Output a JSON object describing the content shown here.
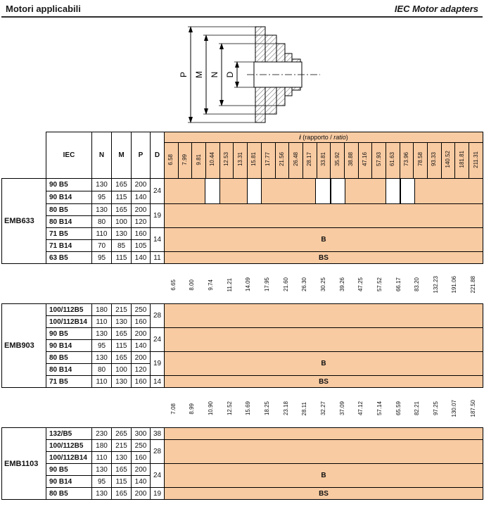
{
  "page": {
    "title_left": "Motori applicabili",
    "title_right": "IEC Motor adapters"
  },
  "colors": {
    "orange": "#F9CBA2",
    "border": "#000000",
    "header_rule": "#2f2f2f"
  },
  "drawing": {
    "dim_labels": [
      "P",
      "M",
      "N",
      "D"
    ]
  },
  "band": {
    "i": "i",
    "pre": " (rapporto / ",
    "ratio": "ratio",
    "post": ")"
  },
  "column_headers": {
    "iec": "IEC",
    "n": "N",
    "m": "M",
    "p": "P",
    "d": "D"
  },
  "tables": [
    {
      "name": "EMB633",
      "show_band": true,
      "ratios": [
        "6.58",
        "7.99",
        "9.81",
        "10.44",
        "12.53",
        "13.31",
        "15.81",
        "17.77",
        "21.56",
        "26.48",
        "28.17",
        "33.81",
        "35.92",
        "38.88",
        "47.16",
        "57.93",
        "61.63",
        "73.96",
        "78.58",
        "93.33",
        "140.52",
        "181.81",
        "211.31"
      ],
      "rows": [
        {
          "iec": "90 B5",
          "n": "130",
          "m": "165",
          "p": "200",
          "d": "24",
          "dspan": 2
        },
        {
          "iec": "90 B14",
          "n": "95",
          "m": "115",
          "p": "140"
        },
        {
          "iec": "80 B5",
          "n": "130",
          "m": "165",
          "p": "200",
          "d": "19",
          "dspan": 2
        },
        {
          "iec": "80 B14",
          "n": "80",
          "m": "100",
          "p": "120"
        },
        {
          "iec": "71 B5",
          "n": "110",
          "m": "130",
          "p": "160",
          "d": "14",
          "dspan": 2
        },
        {
          "iec": "71 B14",
          "n": "70",
          "m": "85",
          "p": "105"
        },
        {
          "iec": "63 B5",
          "n": "95",
          "m": "115",
          "p": "140",
          "d": "11"
        }
      ],
      "blocks": [
        {
          "rows": 2,
          "gaps": [
            3,
            6,
            11,
            12,
            16,
            17
          ]
        },
        {
          "rows": 2
        },
        {
          "rows": 2,
          "label": "B"
        },
        {
          "rows": 1,
          "label": "BS"
        }
      ]
    },
    {
      "name": "EMB903",
      "show_band": false,
      "ratios": [
        "6.65",
        "8.00",
        "9.74",
        "11.21",
        "14.09",
        "17.95",
        "21.60",
        "26.30",
        "30.25",
        "39.26",
        "47.25",
        "57.52",
        "66.17",
        "83.20",
        "132.23",
        "191.06",
        "221.88"
      ],
      "rows": [
        {
          "iec": "100/112B5",
          "n": "180",
          "m": "215",
          "p": "250",
          "d": "28",
          "dspan": 2
        },
        {
          "iec": "100/112B14",
          "n": "110",
          "m": "130",
          "p": "160"
        },
        {
          "iec": "90 B5",
          "n": "130",
          "m": "165",
          "p": "200",
          "d": "24",
          "dspan": 2
        },
        {
          "iec": "90 B14",
          "n": "95",
          "m": "115",
          "p": "140"
        },
        {
          "iec": "80 B5",
          "n": "130",
          "m": "165",
          "p": "200",
          "d": "19",
          "dspan": 2
        },
        {
          "iec": "80 B14",
          "n": "80",
          "m": "100",
          "p": "120"
        },
        {
          "iec": "71 B5",
          "n": "110",
          "m": "130",
          "p": "160",
          "d": "14"
        }
      ],
      "blocks": [
        {
          "rows": 2
        },
        {
          "rows": 2
        },
        {
          "rows": 2,
          "label": "B"
        },
        {
          "rows": 1,
          "label": "BS"
        }
      ]
    },
    {
      "name": "EMB1103",
      "show_band": false,
      "ratios": [
        "7.08",
        "8.99",
        "10.90",
        "12.52",
        "15.69",
        "18.25",
        "23.18",
        "28.11",
        "32.27",
        "37.09",
        "47.12",
        "57.14",
        "65.59",
        "82.21",
        "97.25",
        "130.07",
        "187.50"
      ],
      "rows": [
        {
          "iec": "132/B5",
          "n": "230",
          "m": "265",
          "p": "300",
          "d": "38"
        },
        {
          "iec": "100/112B5",
          "n": "180",
          "m": "215",
          "p": "250",
          "d": "28",
          "dspan": 2
        },
        {
          "iec": "100/112B14",
          "n": "110",
          "m": "130",
          "p": "160"
        },
        {
          "iec": "90 B5",
          "n": "130",
          "m": "165",
          "p": "200",
          "d": "24",
          "dspan": 2
        },
        {
          "iec": "90 B14",
          "n": "95",
          "m": "115",
          "p": "140"
        },
        {
          "iec": "80 B5",
          "n": "130",
          "m": "165",
          "p": "200",
          "d": "19"
        }
      ],
      "blocks": [
        {
          "rows": 1
        },
        {
          "rows": 2
        },
        {
          "rows": 2,
          "label": "B"
        },
        {
          "rows": 1,
          "label": "BS"
        }
      ]
    }
  ]
}
